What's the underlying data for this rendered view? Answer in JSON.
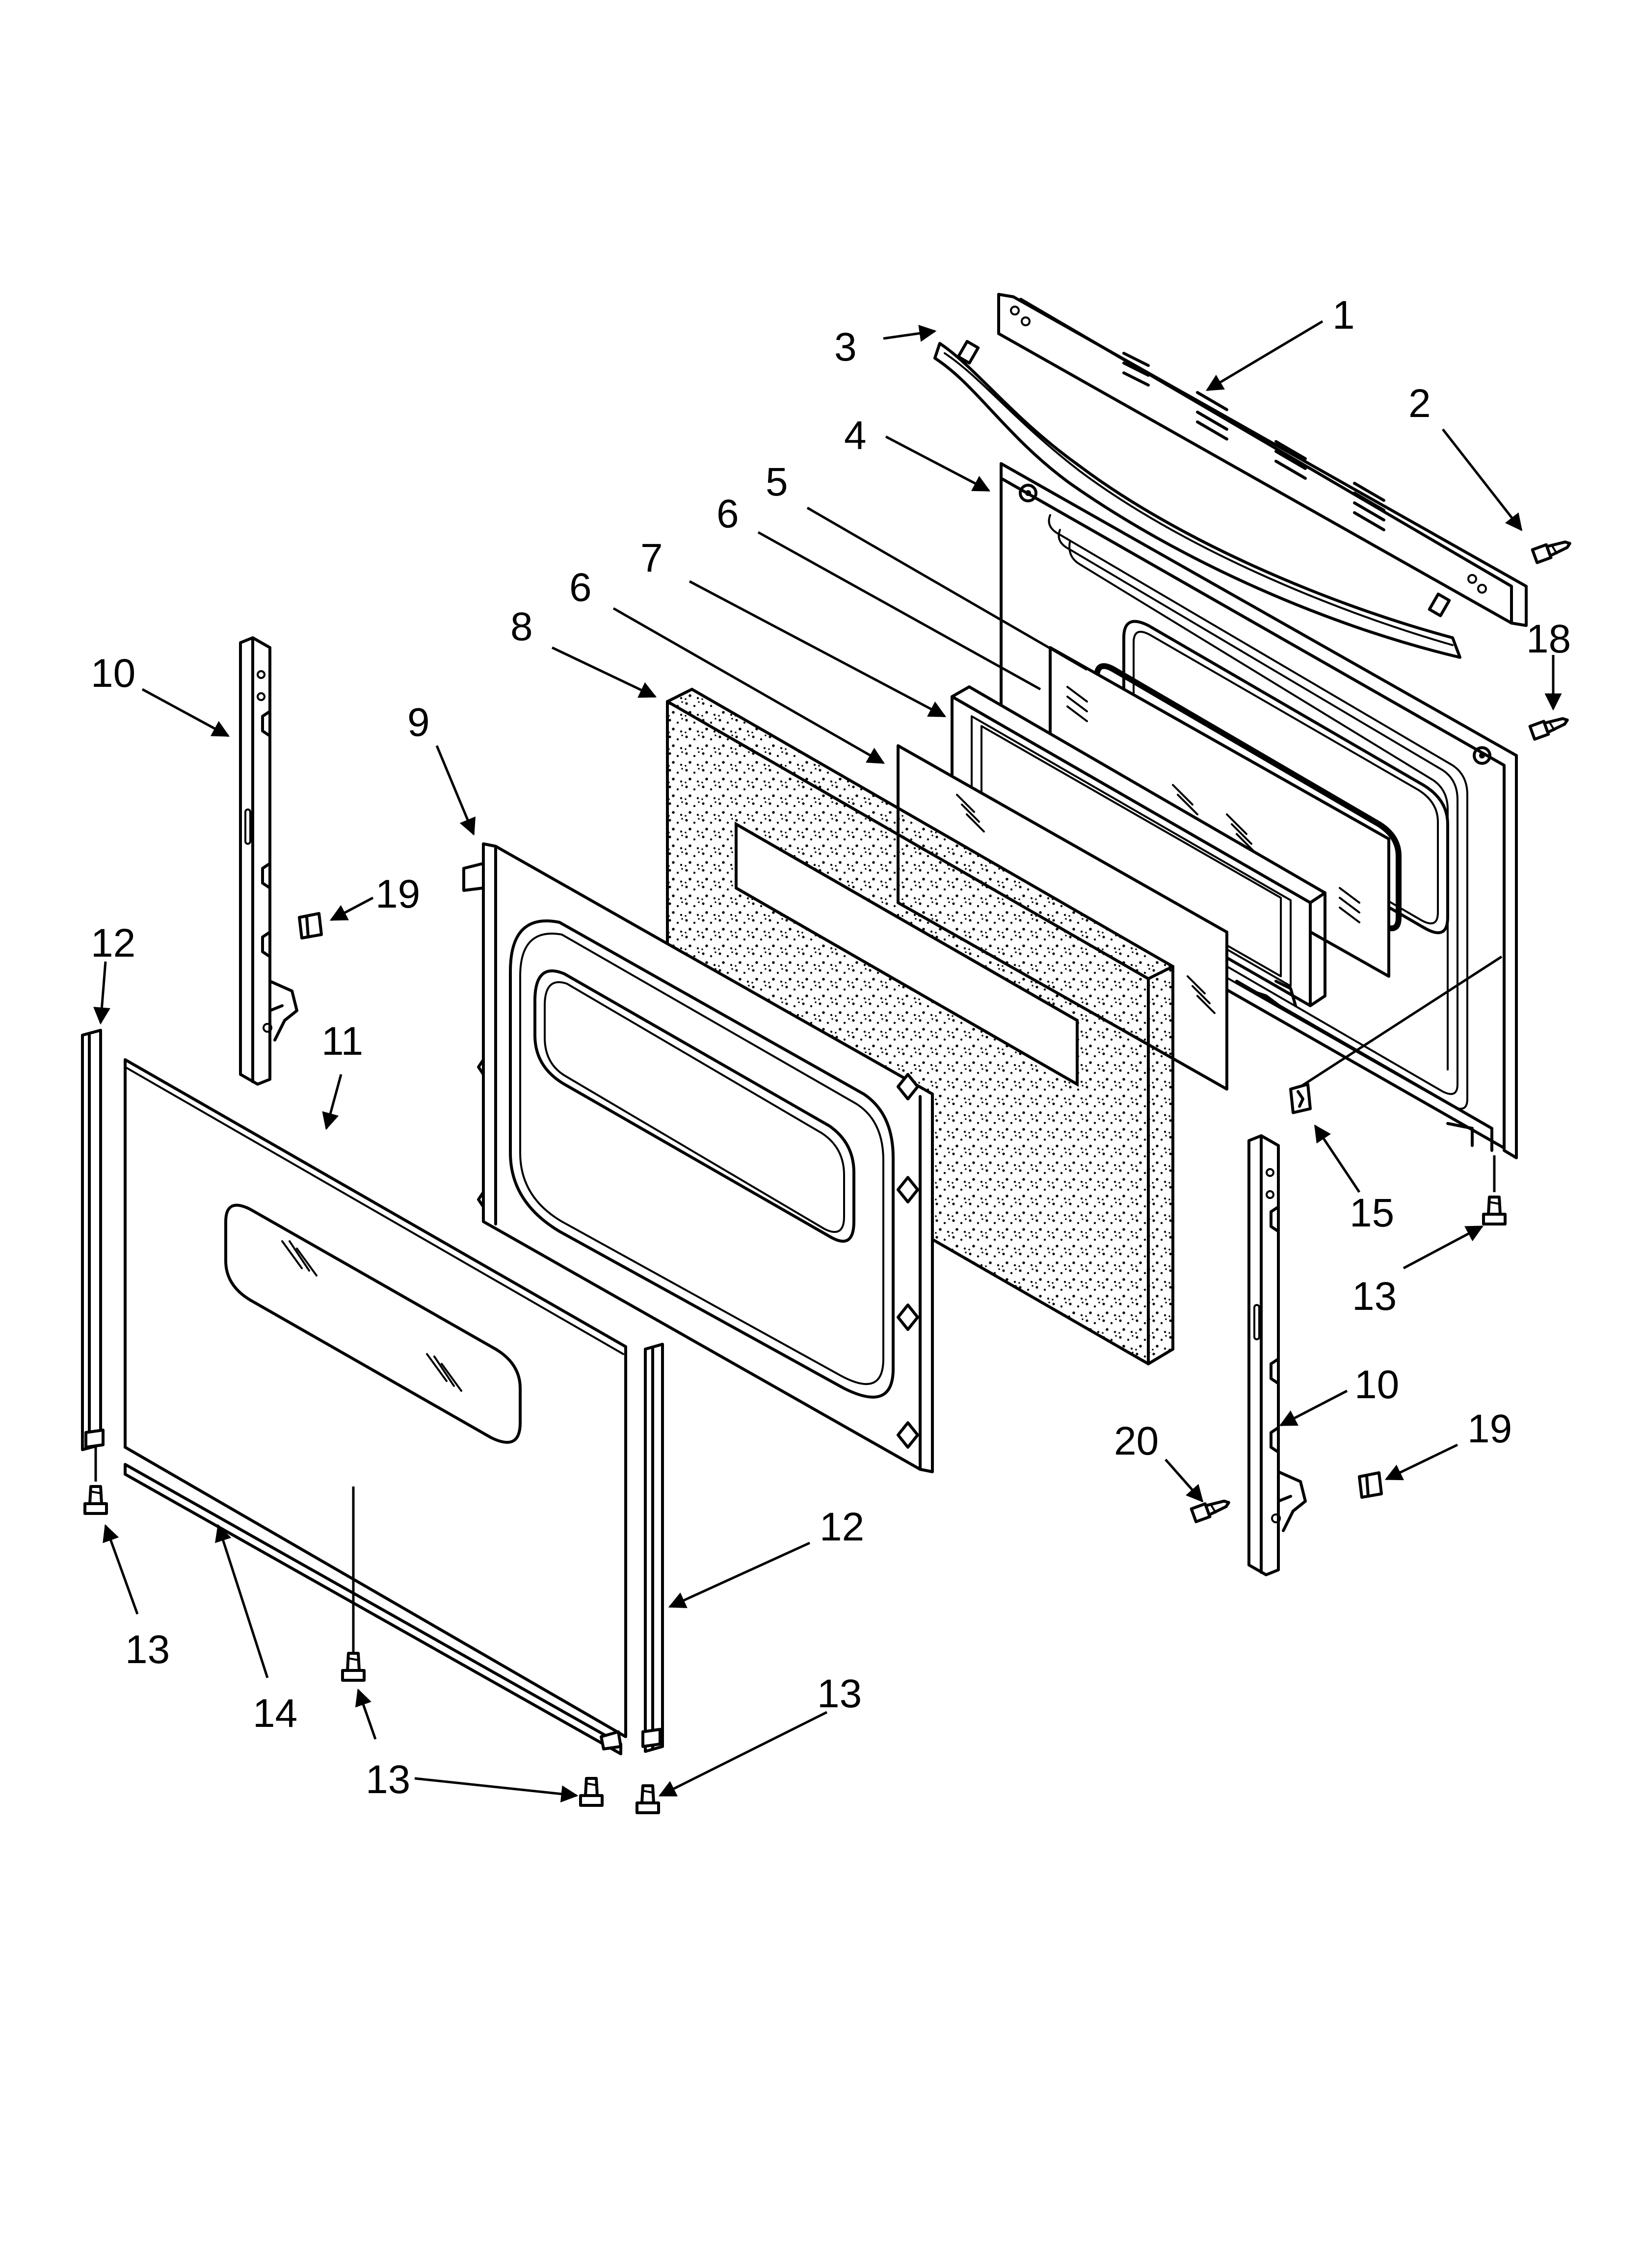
{
  "callouts": {
    "c1": "1",
    "c2": "2",
    "c3": "3",
    "c4": "4",
    "c5": "5",
    "c6a": "6",
    "c6b": "6",
    "c7": "7",
    "c8": "8",
    "c9": "9",
    "c10a": "10",
    "c10b": "10",
    "c11": "11",
    "c12a": "12",
    "c12b": "12",
    "c13a": "13",
    "c13b": "13",
    "c13c": "13",
    "c13d": "13",
    "c13e": "13",
    "c14": "14",
    "c15": "15",
    "c18": "18",
    "c19a": "19",
    "c19b": "19",
    "c20": "20"
  },
  "colors": {
    "line": "#000000",
    "background": "#ffffff",
    "insulation_dots": "#000000"
  }
}
